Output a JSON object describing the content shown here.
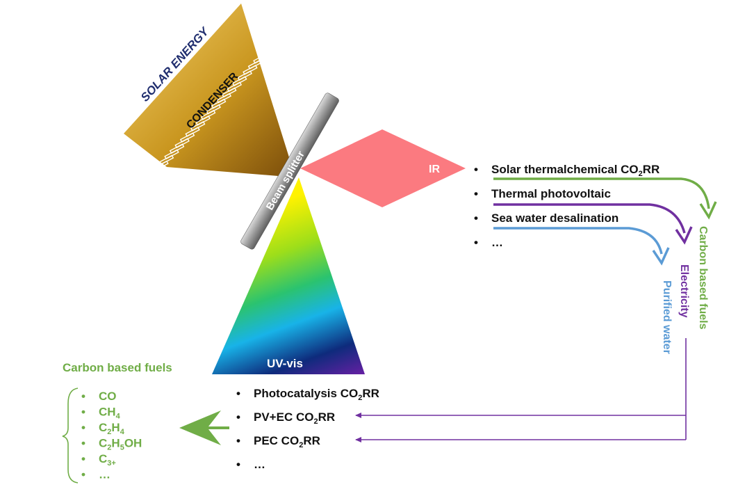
{
  "labels": {
    "solar_energy": "SOLAR ENERGY",
    "condenser": "CONDENSER",
    "beam_splitter": "Beam splitter",
    "ir": "IR",
    "uv_vis": "UV-vis"
  },
  "ir_applications": [
    {
      "pre": "Solar thermalchemical CO",
      "sub": "2",
      "post": "RR"
    },
    {
      "pre": "Thermal photovoltaic",
      "sub": "",
      "post": ""
    },
    {
      "pre": "Sea water desalination",
      "sub": "",
      "post": ""
    },
    {
      "pre": "…",
      "sub": "",
      "post": ""
    }
  ],
  "ir_outputs": {
    "carbon_fuels": "Carbon based fuels",
    "electricity": "Electricity",
    "purified_water": "Purified water"
  },
  "uv_applications": [
    {
      "pre": "Photocatalysis CO",
      "sub": "2",
      "post": "RR"
    },
    {
      "pre": "PV+EC CO",
      "sub": "2",
      "post": "RR"
    },
    {
      "pre": "PEC CO",
      "sub": "2",
      "post": "RR"
    },
    {
      "pre": "…",
      "sub": "",
      "post": ""
    }
  ],
  "fuels": {
    "title": "Carbon based fuels",
    "items": [
      {
        "parts": [
          [
            "CO",
            ""
          ]
        ]
      },
      {
        "parts": [
          [
            "CH",
            "4"
          ]
        ]
      },
      {
        "parts": [
          [
            "C",
            "2"
          ],
          [
            "H",
            "4"
          ]
        ]
      },
      {
        "parts": [
          [
            "C",
            "2"
          ],
          [
            "H",
            "5"
          ],
          [
            "OH",
            ""
          ]
        ]
      },
      {
        "parts": [
          [
            "C",
            "3+"
          ]
        ]
      },
      {
        "parts": [
          [
            "…",
            ""
          ]
        ]
      }
    ]
  },
  "colors": {
    "solar_text": "#1f2d6e",
    "ir_diamond": "#fb7a80",
    "carbon_green": "#70ad47",
    "electricity_purple": "#7030a0",
    "water_blue": "#5b9bd5",
    "arrow_purple": "#7030a0"
  }
}
